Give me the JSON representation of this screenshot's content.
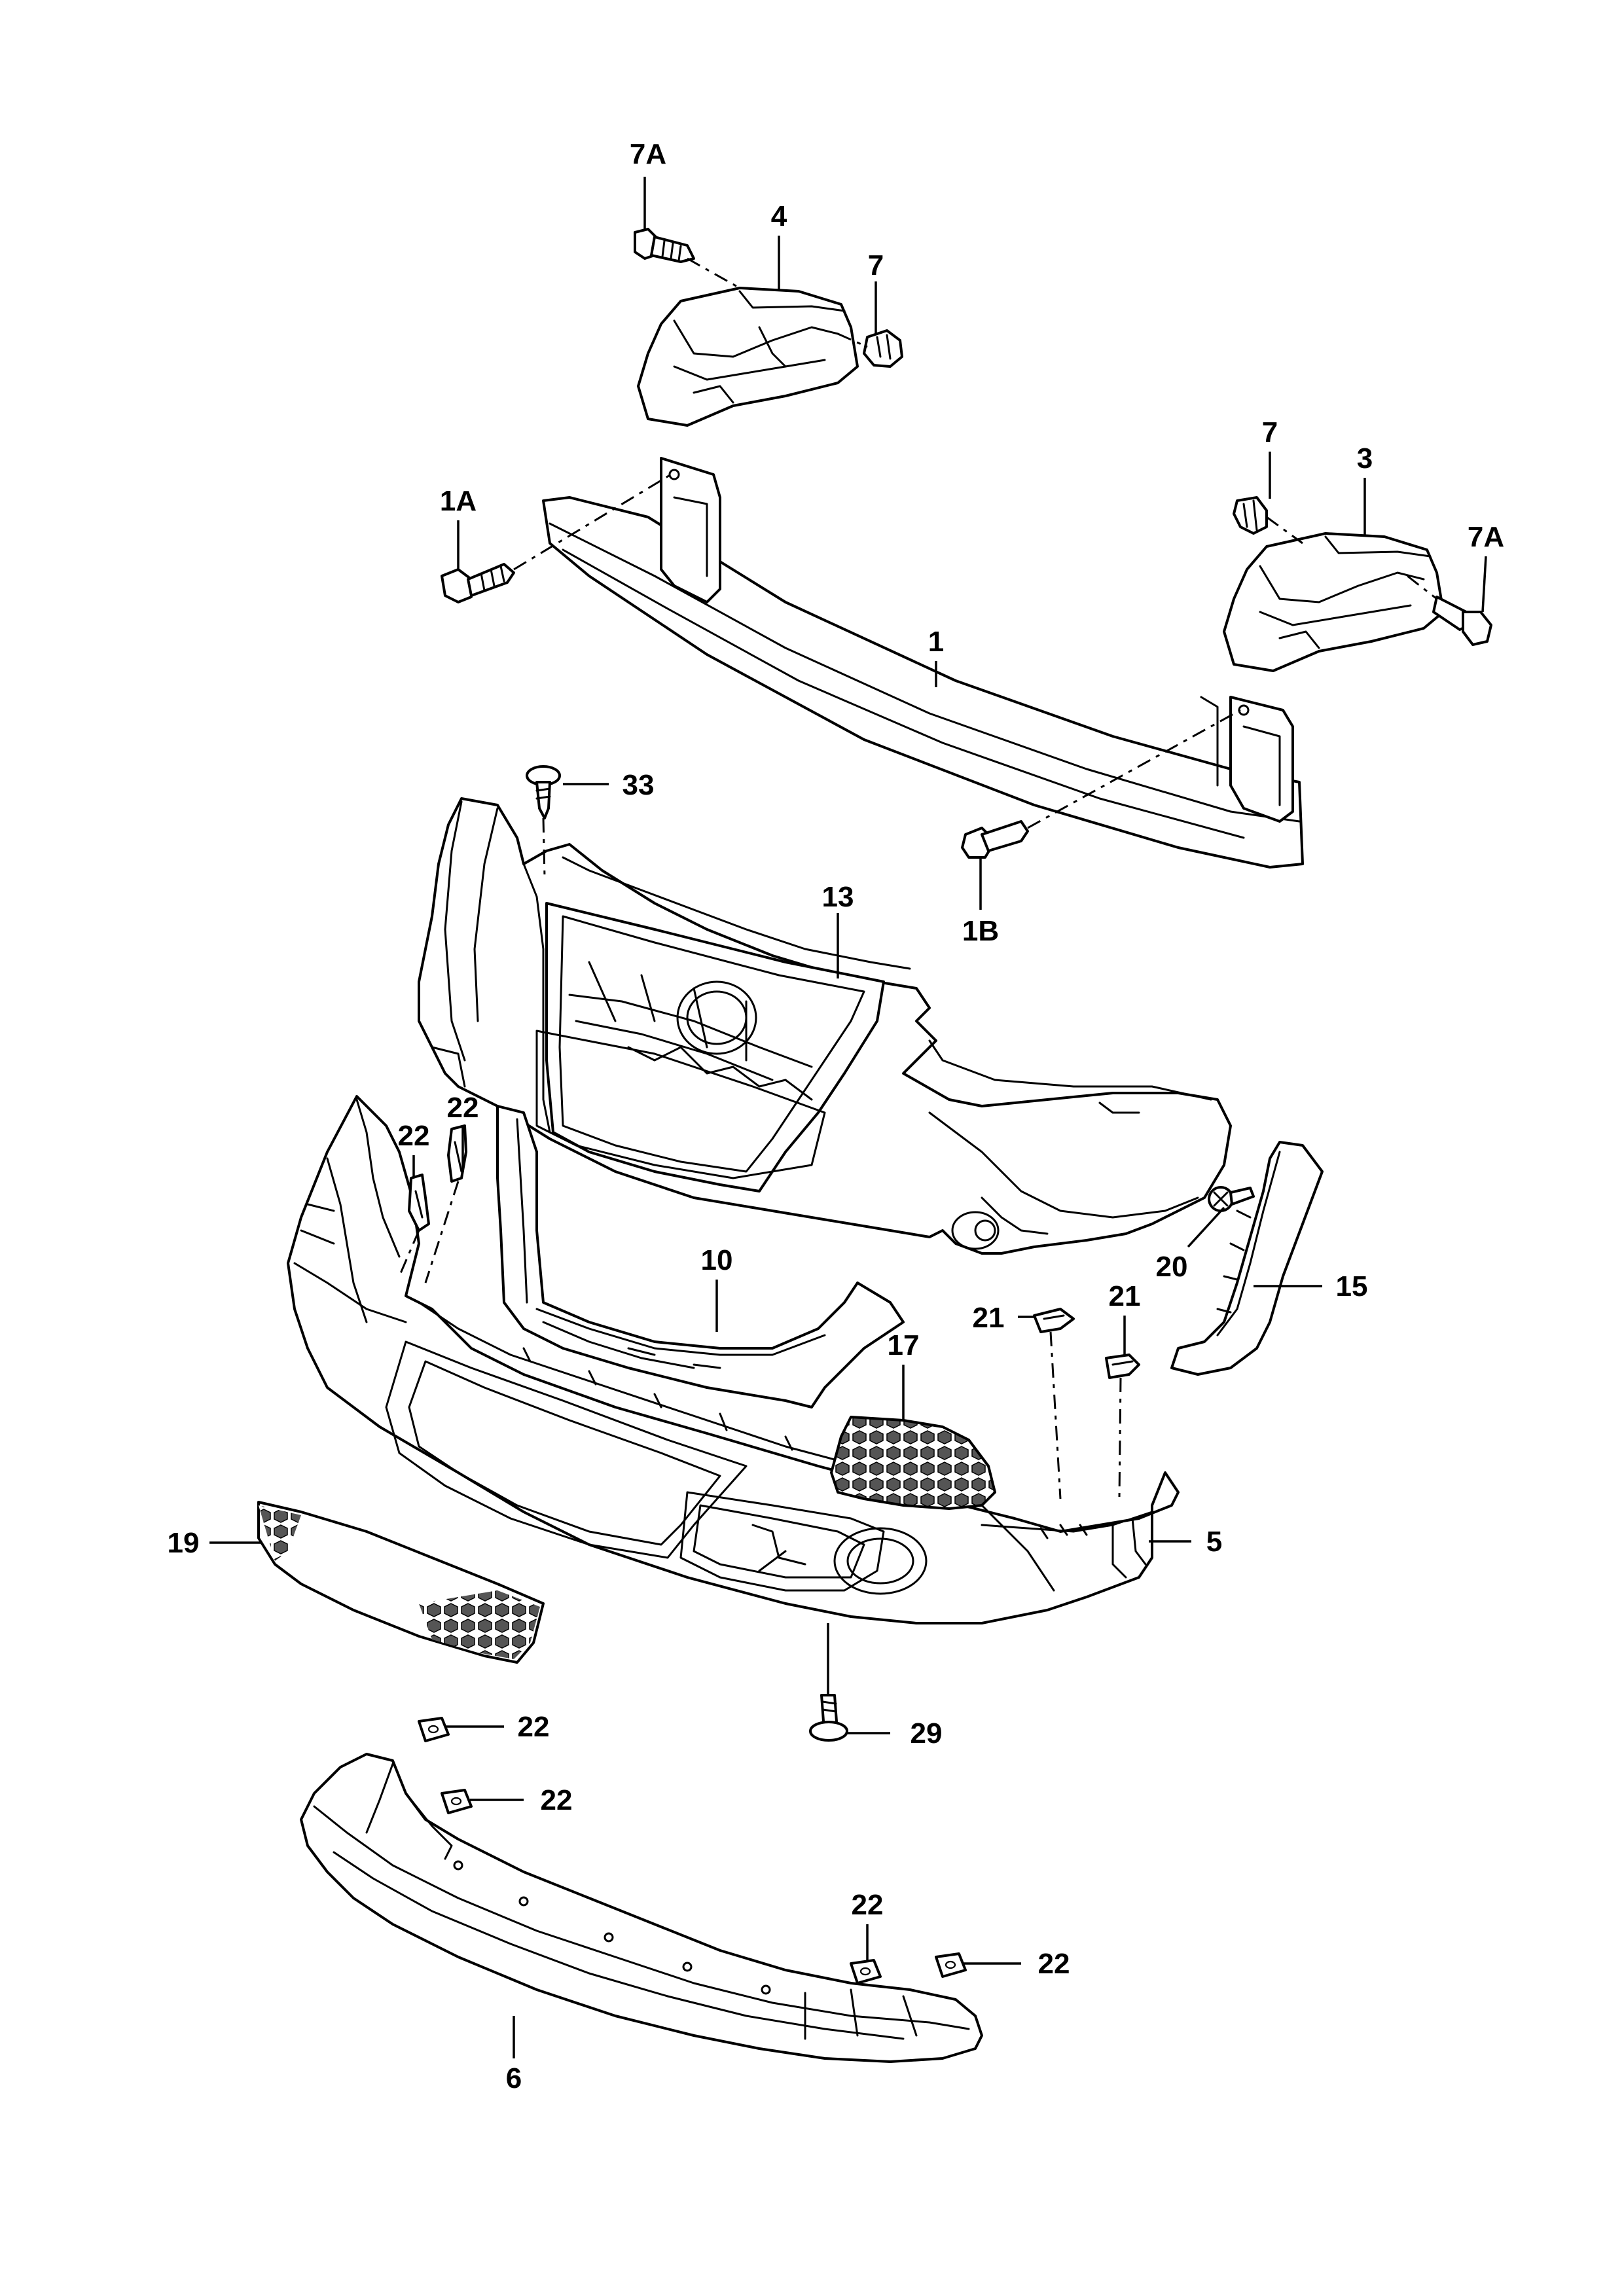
{
  "callouts": {
    "c7A_top": "7A",
    "c4": "4",
    "c7_top": "7",
    "c7_right": "7",
    "c3": "3",
    "c1A": "1A",
    "c7A_right": "7A",
    "c1": "1",
    "c33": "33",
    "c1B": "1B",
    "c13": "13",
    "c22_a": "22",
    "c22_b": "22",
    "c10": "10",
    "c21_a": "21",
    "c20": "20",
    "c21_b": "21",
    "c15": "15",
    "c17": "17",
    "c19": "19",
    "c5": "5",
    "c29": "29",
    "c22_c": "22",
    "c22_d": "22",
    "c22_e": "22",
    "c22_f": "22",
    "c6": "6"
  }
}
